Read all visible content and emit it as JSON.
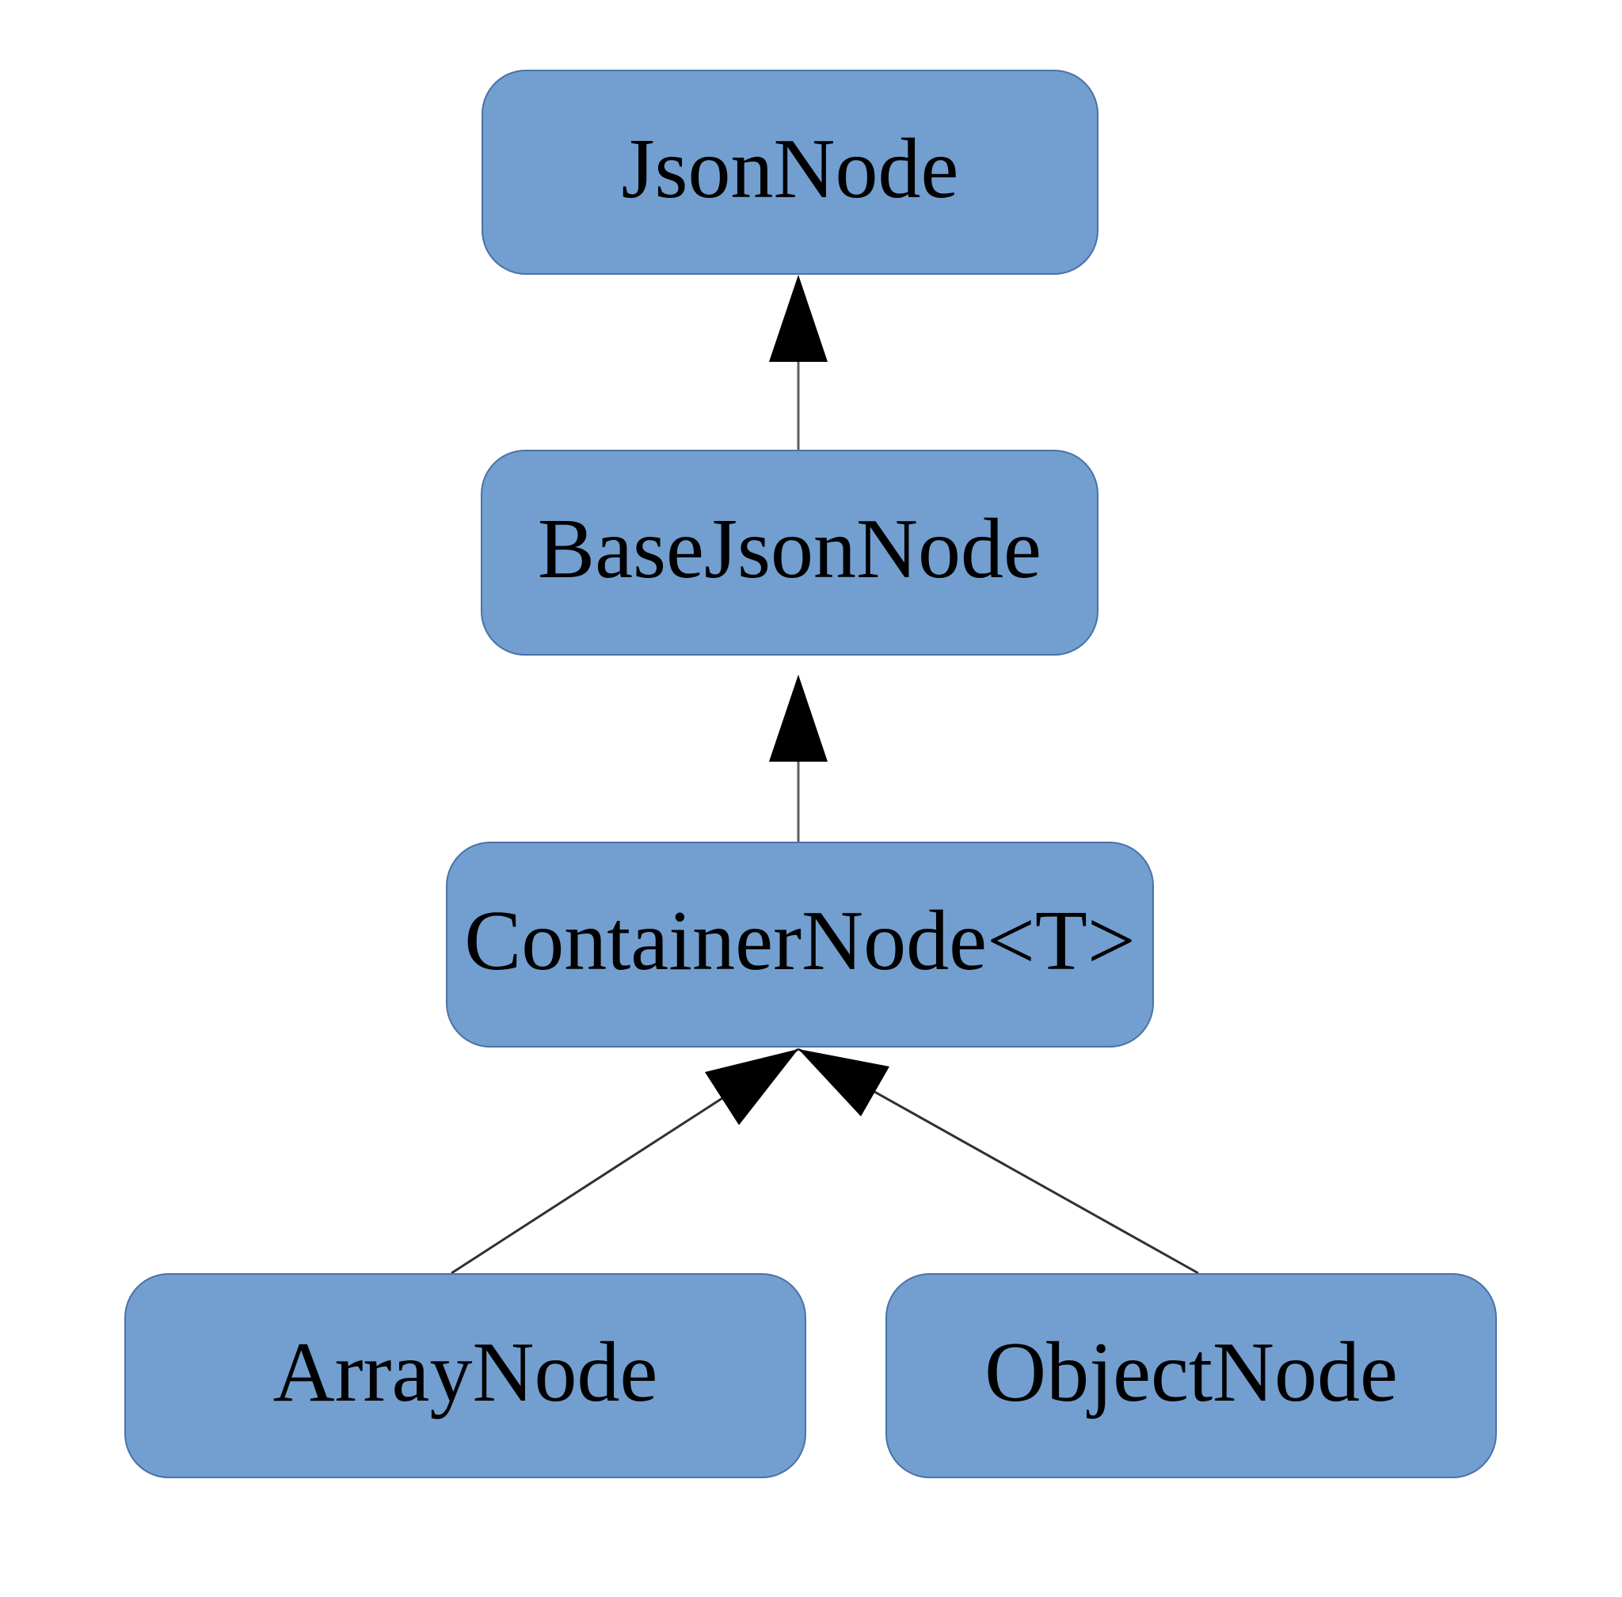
{
  "diagram": {
    "type": "class-inheritance-hierarchy",
    "background_color": "#ffffff",
    "node_fill_color": "#729fcf",
    "node_border_color": "#4a72a8",
    "label_text_color": "#000000",
    "arrowhead_color": "#000000",
    "connector_line_color": "#404040",
    "nodes": [
      {
        "id": "jsonnode",
        "label": "JsonNode"
      },
      {
        "id": "basejsonnode",
        "label": "BaseJsonNode"
      },
      {
        "id": "containernode",
        "label": "ContainerNode<T>"
      },
      {
        "id": "arraynode",
        "label": "ArrayNode"
      },
      {
        "id": "objectnode",
        "label": "ObjectNode"
      }
    ],
    "edges": [
      {
        "from": "BaseJsonNode",
        "to": "JsonNode",
        "type": "inheritance"
      },
      {
        "from": "ContainerNode<T>",
        "to": "BaseJsonNode",
        "type": "inheritance"
      },
      {
        "from": "ArrayNode",
        "to": "ContainerNode<T>",
        "type": "inheritance"
      },
      {
        "from": "ObjectNode",
        "to": "ContainerNode<T>",
        "type": "inheritance"
      }
    ]
  }
}
